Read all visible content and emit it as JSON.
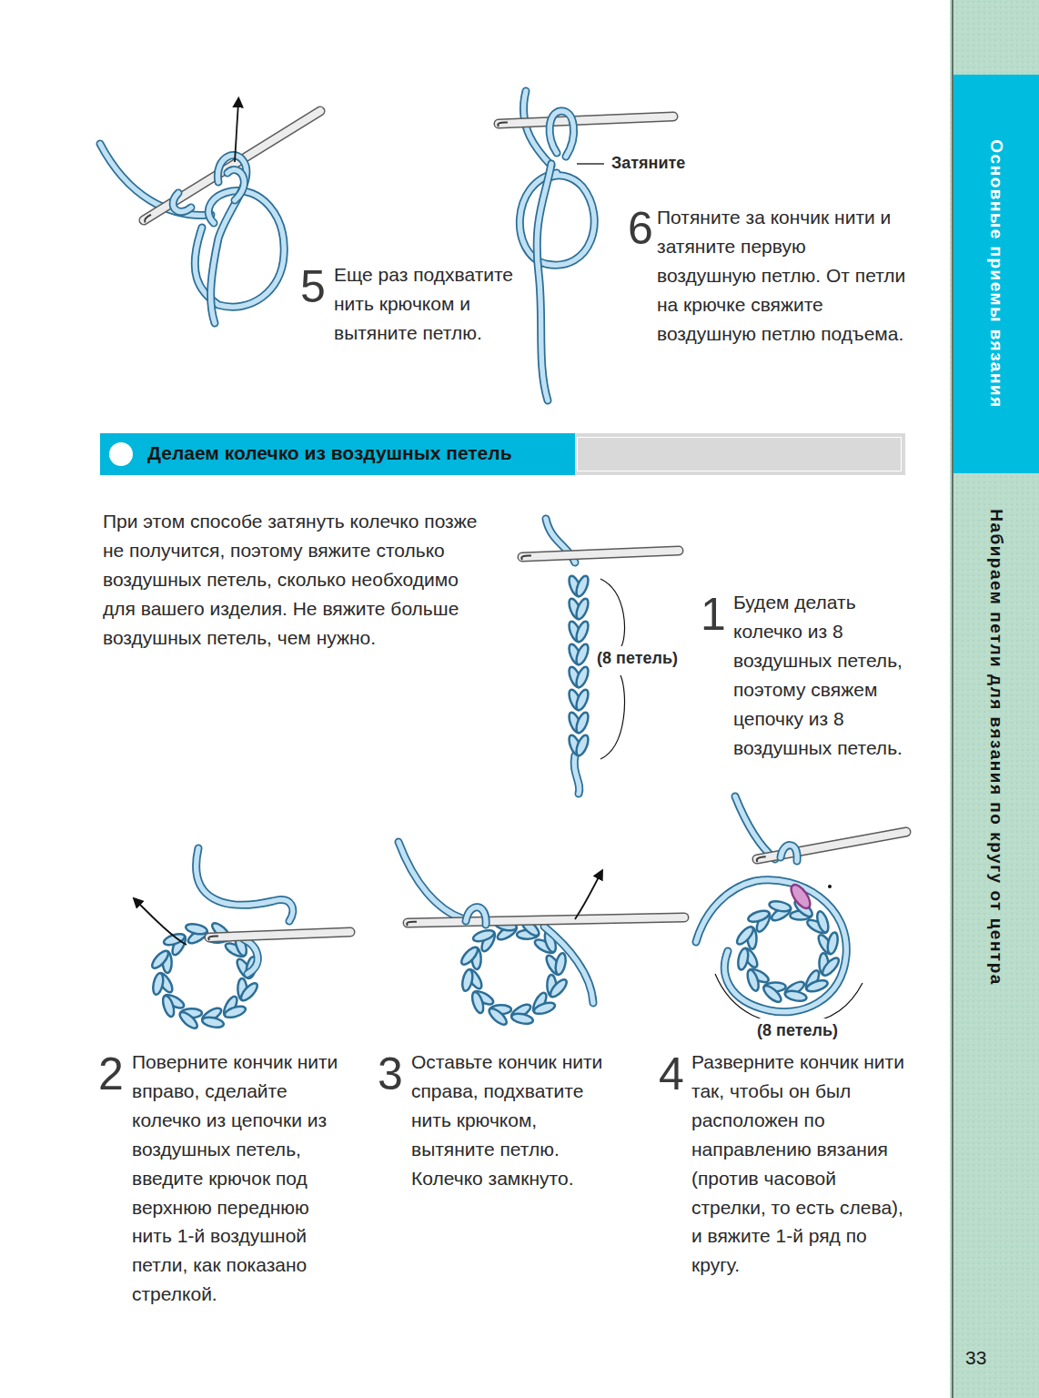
{
  "diagram": {
    "nodes": [
      {
        "text": [
          "Делаем колечко из воздушных петель"
        ]
      },
      {
        "text": [
          "Основные приемы вязания"
        ]
      },
      {
        "text": [
          "Набираем петли для вязания по кругу от центра"
        ]
      }
    ],
    "labels": [
      "5",
      "Еще раз подхватите нить крючком и вытяните петлю.",
      "Затяните",
      "6",
      "Потяните за кончик нити и затяните первую воздушную петлю. От петли на крючке свяжите воздушную петлю подъема.",
      "При этом способе затянуть колечко позже не получится, поэтому вяжите столько воздушных петель, сколько необходимо для вашего изделия. Не вяжите больше воздушных петель, чем нужно.",
      "(8 петель)",
      "1",
      "Будем делать колечко из 8 воздушных петель, поэтому свяжем цепочку из 8 воздушных петель.",
      "2",
      "Поверните кончик нити вправо, сделайте колечко из цепочки из воздушных петель, введите крючок под верхнюю переднюю нить 1-й воздушной петли, как показано стрелкой.",
      "3",
      "Оставьте кончик нити справа, подхватите нить крючком, вытяните петлю. Колечко замкнуто.",
      "(8 петель)",
      "4",
      "Разверните кончик нити так, чтобы он был расположен по направлению вязания (против часовой стрелки, то есть слева), и вяжите 1-й ряд по кругу.",
      "33"
    ]
  }
}
